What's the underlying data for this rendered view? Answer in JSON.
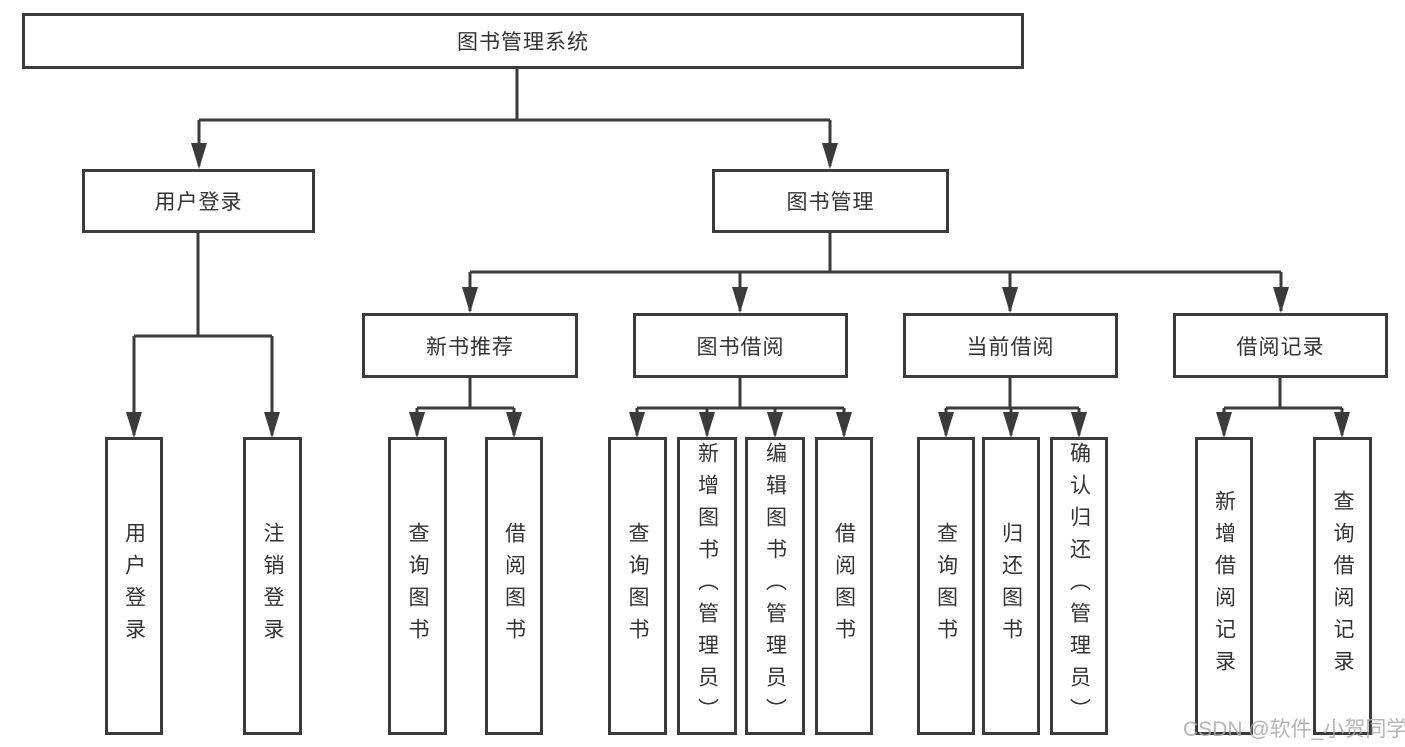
{
  "diagram_title": "图书管理系统",
  "colors": {
    "line": "#3b3b3b",
    "box_border": "#3b3b3b",
    "text": "#333333",
    "background": "#ffffff",
    "watermark": "#a9a9a9"
  },
  "watermark": {
    "text": "CSDN @软件_小贺同学"
  },
  "tree": {
    "label": "图书管理系统",
    "children": [
      {
        "label": "用户登录",
        "children": [
          {
            "label": "用户登录"
          },
          {
            "label": "注销登录"
          }
        ]
      },
      {
        "label": "图书管理",
        "children": [
          {
            "label": "新书推荐",
            "children": [
              {
                "label": "查询图书"
              },
              {
                "label": "借阅图书"
              }
            ]
          },
          {
            "label": "图书借阅",
            "children": [
              {
                "label": "查询图书"
              },
              {
                "label": "新增图书（管理员）"
              },
              {
                "label": "编辑图书（管理员）"
              },
              {
                "label": "借阅图书"
              }
            ]
          },
          {
            "label": "当前借阅",
            "children": [
              {
                "label": "查询图书"
              },
              {
                "label": "归还图书"
              },
              {
                "label": "确认归还（管理员）"
              }
            ]
          },
          {
            "label": "借阅记录",
            "children": [
              {
                "label": "新增借阅记录"
              },
              {
                "label": "查询借阅记录"
              }
            ]
          }
        ]
      }
    ]
  }
}
